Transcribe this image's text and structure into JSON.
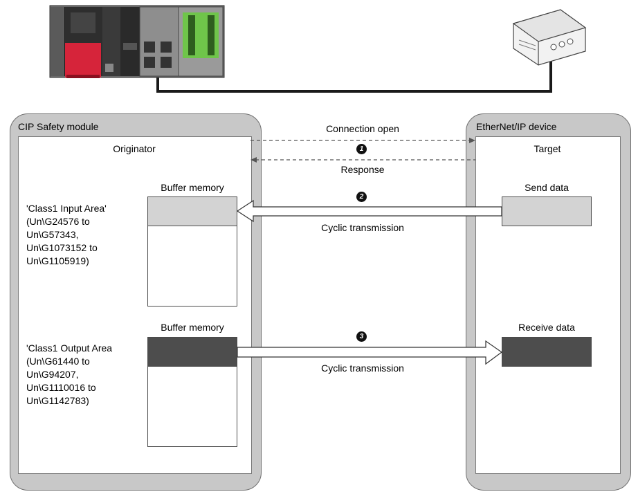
{
  "left_panel": {
    "title": "CIP Safety module",
    "role": "Originator",
    "input_buffer_label": "Buffer memory",
    "output_buffer_label": "Buffer memory",
    "input_area": "'Class1 Input Area'\n(Un\\G24576 to\nUn\\G57343,\nUn\\G1073152 to\nUn\\G1105919)",
    "output_area": "'Class1 Output Area\n(Un\\G61440 to\nUn\\G94207,\nUn\\G1110016 to\nUn\\G1142783)"
  },
  "right_panel": {
    "title": "EtherNet/IP device",
    "role": "Target",
    "send_label": "Send data",
    "receive_label": "Receive data"
  },
  "flows": {
    "connection_open": "Connection open",
    "response": "Response",
    "cyclic_in": "Cyclic transmission",
    "cyclic_out": "Cyclic transmission"
  },
  "steps": [
    "1",
    "2",
    "3"
  ],
  "colors": {
    "panel_bg": "#c8c8c8",
    "input_fill": "#d3d3d3",
    "output_fill": "#4d4d4d",
    "plc_red": "#d6243a",
    "plc_green": "#6fc54a"
  }
}
